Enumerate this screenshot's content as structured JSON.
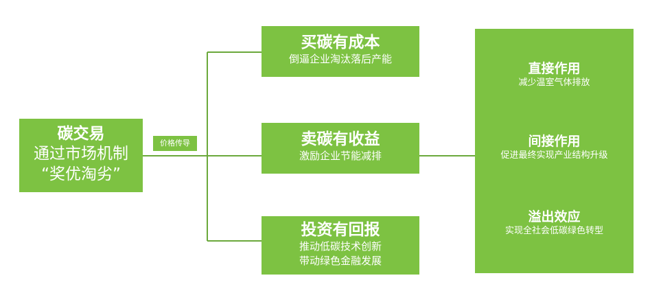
{
  "source": {
    "title": "碳交易",
    "line2": "通过市场机制",
    "line3": "“奖优淘劣”"
  },
  "connector_label": "价格传导",
  "mechanisms": [
    {
      "title": "买碳有成本",
      "desc": [
        "倒逼企业淘汰落后产能"
      ]
    },
    {
      "title": "卖碳有收益",
      "desc": [
        "激励企业节能减排"
      ]
    },
    {
      "title": "投资有回报",
      "desc": [
        "推动低碳技术创新",
        "带动绿色金融发展"
      ]
    }
  ],
  "effects": [
    {
      "title": "直接作用",
      "desc": "减少温室气体排放"
    },
    {
      "title": "间接作用",
      "desc": "促进最终实现产业结构升级"
    },
    {
      "title": "溢出效应",
      "desc": "实现全社会低碳绿色转型"
    }
  ],
  "colors": {
    "box_fill": "#7dc242",
    "line": "#6aa83a",
    "text": "#ffffff"
  }
}
